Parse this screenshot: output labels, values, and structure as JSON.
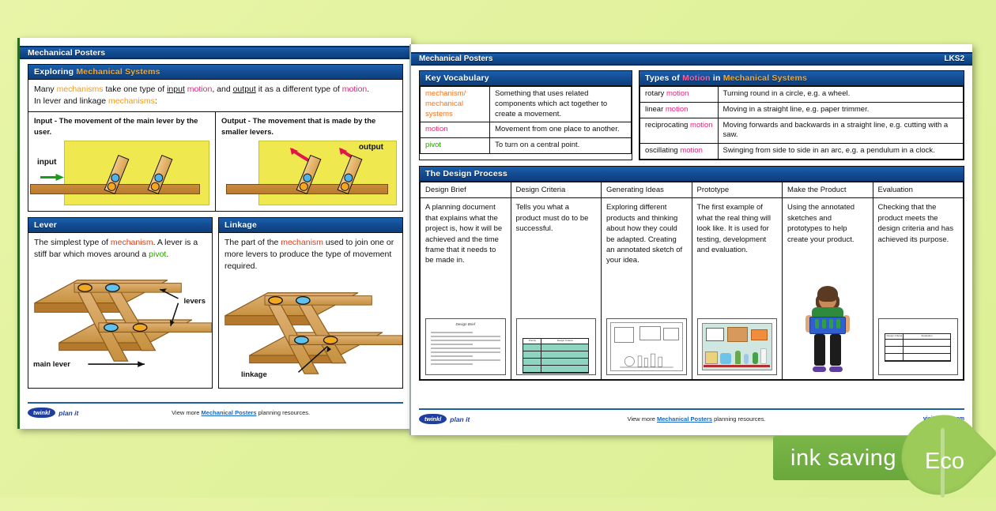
{
  "poster1": {
    "title": "Mechanical Posters",
    "exploring": {
      "head_prefix": "Exploring ",
      "head_accent": "Mechanical Systems",
      "para_line1_a": "Many ",
      "para_line1_mech": "mechanisms",
      "para_line1_b": " take one type of ",
      "para_line1_input": "input",
      "para_line1_c": " ",
      "para_line1_motion": "motion",
      "para_line1_d": ", and ",
      "para_line1_output": "output",
      "para_line1_e": " it as a different type of ",
      "para_line1_motion2": "motion",
      "para_line1_f": ".",
      "para_line2_a": "In lever and linkage ",
      "para_line2_mech": "mechanisms",
      "para_line2_b": ":",
      "input_caption": "Input - The movement of the main lever by the user.",
      "output_caption": "Output - The movement that is made by the smaller levers.",
      "input_label": "input",
      "output_label": "output"
    },
    "lever": {
      "head": "Lever",
      "text_a": "The simplest type of ",
      "text_mech": "mechanism",
      "text_b": ". A lever is a stiff bar which moves around a ",
      "text_pivot": "pivot",
      "text_c": ".",
      "label_levers": "levers",
      "label_main_lever": "main lever"
    },
    "linkage": {
      "head": "Linkage",
      "text_a": "The part of the ",
      "text_mech": "mechanism",
      "text_b": " used to join one or more levers to produce the type of movement required.",
      "label_linkage": "linkage"
    },
    "footer": {
      "brand_twinkl": "twinkl",
      "brand_planit": "plan it",
      "view_more_prefix": "View more ",
      "view_more_link": "Mechanical Posters",
      "view_more_suffix": " planning resources."
    }
  },
  "poster2": {
    "title": "Mechanical Posters",
    "badge": "LKS2",
    "key_vocabulary": {
      "head": "Key Vocabulary",
      "rows": [
        {
          "term": "mechanism/ mechanical systems",
          "term_color": "#f97316",
          "definition": "Something that uses related components which act together to create a movement."
        },
        {
          "term": "motion",
          "term_color": "#ed1e79",
          "definition": "Movement from one place to another."
        },
        {
          "term": "pivot",
          "term_color": "#2aa100",
          "definition": "To turn on a central point."
        }
      ]
    },
    "types_of_motion": {
      "head_1": "Types of ",
      "head_2": "Motion",
      "head_3": " in ",
      "head_4": "Mechanical Systems",
      "rows": [
        {
          "term_plain": "rotary ",
          "term_pink": "motion",
          "definition": "Turning round in a circle, e.g. a wheel."
        },
        {
          "term_plain": "linear ",
          "term_pink": "motion",
          "definition": "Moving in a straight line, e.g. paper trimmer."
        },
        {
          "term_plain": "reciprocating ",
          "term_pink": "motion",
          "definition": "Moving forwards and backwards in a straight line, e.g. cutting with a saw."
        },
        {
          "term_plain": "oscillating ",
          "term_pink": "motion",
          "definition": "Swinging from side to side in an arc, e.g. a pendulum in a clock."
        }
      ]
    },
    "design_process": {
      "head": "The Design Process",
      "columns": [
        {
          "header": "Design Brief",
          "body": "A planning document that explains what the project is, how it will be achieved and the time frame that it needs to be made in.",
          "thumb": "document-thumbnail",
          "thumb_title": "Design Brief"
        },
        {
          "header": "Design Criteria",
          "body": "Tells you what a product must do to be successful.",
          "thumb": "table-thumbnail",
          "thumb_col1": "Priority",
          "thumb_col2": "Design Criteria"
        },
        {
          "header": "Generating Ideas",
          "body": "Exploring different products and thinking about how they could be adapted. Creating an annotated sketch of your idea.",
          "thumb": "sketch-thumbnail"
        },
        {
          "header": "Prototype",
          "body": "The first example of what the real thing will look like. It is used for testing, development and evaluation.",
          "thumb": "collage-thumbnail"
        },
        {
          "header": "Make the Product",
          "body": "Using the annotated sketches and prototypes to help create your product.",
          "thumb": "person-illustration"
        },
        {
          "header": "Evaluation",
          "body": "Checking that the product meets the design criteria and has achieved its purpose.",
          "thumb": "evaluation-table-thumbnail",
          "thumb_col1": "Design Criteria",
          "thumb_col2": "Evaluation"
        }
      ]
    },
    "footer": {
      "brand_twinkl": "twinkl",
      "brand_planit": "plan it",
      "view_more_prefix": "View more ",
      "view_more_link": "Mechanical Posters",
      "view_more_suffix": " planning resources.",
      "visit_text": "visit twinkl.com"
    }
  },
  "eco_badge": {
    "text": "ink saving",
    "leaf_text": "Eco",
    "bar_color": "#7ab648",
    "leaf_color": "#9ccb5a"
  }
}
